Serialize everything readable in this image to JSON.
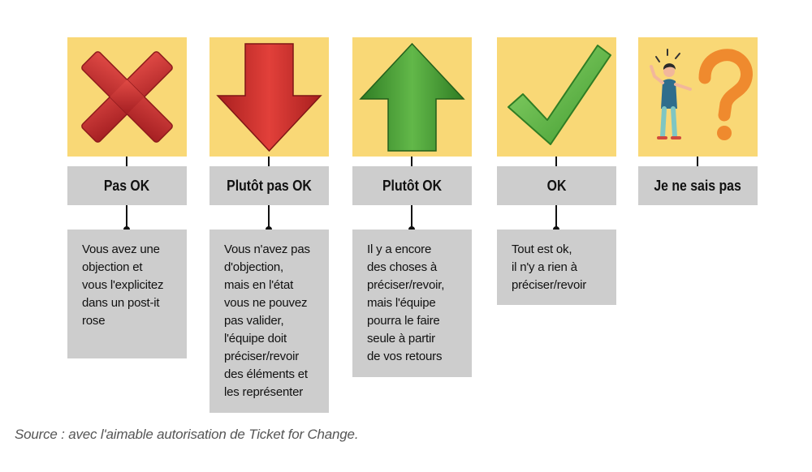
{
  "colors": {
    "tile_background": "#f9d876",
    "box_background": "#cdcdcd",
    "cross_red": "#c62b2b",
    "arrow_down_red": "#d1302c",
    "arrow_up_green": "#52a83c",
    "check_green": "#6cc04a"
  },
  "columns": [
    {
      "icon": "cross-icon",
      "label": "Pas OK",
      "description": "Vous avez une\nobjection et\nvous l'explicitez\ndans un post-it\nrose"
    },
    {
      "icon": "arrow-down-icon",
      "label": "Plutôt pas OK",
      "description": "Vous n'avez pas\nd'objection,\nmais en l'état\nvous ne pouvez\npas valider,\nl'équipe doit\npréciser/revoir\ndes éléments et\nles représenter"
    },
    {
      "icon": "arrow-up-icon",
      "label": "Plutôt OK",
      "description": "Il y a encore\ndes choses à\npréciser/revoir,\nmais l'équipe\npourra le faire\nseule à partir\nde vos retours"
    },
    {
      "icon": "checkmark-icon",
      "label": "OK",
      "description": "Tout est ok,\nil n'y a rien à\npréciser/revoir"
    },
    {
      "icon": "question-person-icon",
      "label": "Je ne sais pas"
    }
  ],
  "source": "Source : avec l'aimable autorisation de Ticket for Change."
}
